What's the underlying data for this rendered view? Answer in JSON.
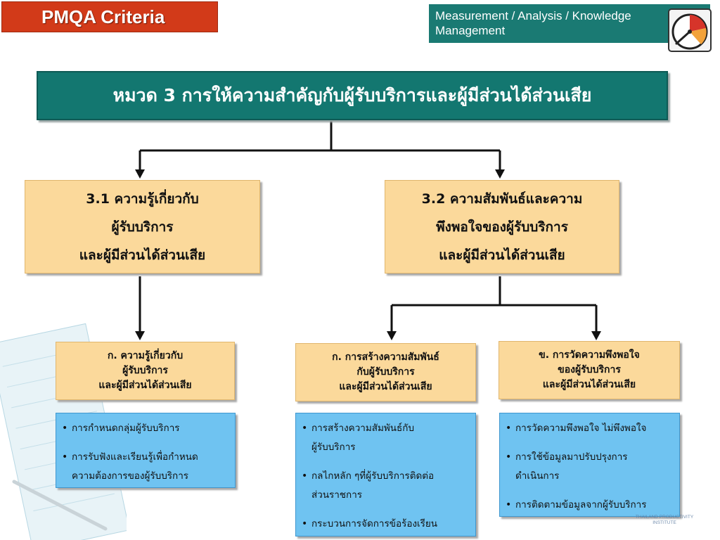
{
  "header": {
    "badge": "PMQA Criteria",
    "section_line1": "Measurement / Analysis / Knowledge",
    "section_line2": "Management"
  },
  "category_title": "หมวด 3 การให้ความสำคัญกับผู้รับบริการและผู้มีส่วนได้ส่วนเสีย",
  "items": [
    {
      "lines": [
        "3.1 ความรู้เกี่ยวกับ",
        "ผู้รับบริการ",
        "และผู้มีส่วนได้ส่วนเสีย"
      ],
      "subs": [
        {
          "lines": [
            "ก. ความรู้เกี่ยวกับ",
            "ผู้รับบริการ",
            "และผู้มีส่วนได้ส่วนเสีย"
          ],
          "bullets": [
            [
              "การกำหนดกลุ่มผู้รับบริการ"
            ],
            [
              "การรับฟังและเรียนรู้เพื่อกำหนด",
              "ความต้องการของผู้รับบริการ"
            ]
          ]
        }
      ]
    },
    {
      "lines": [
        "3.2 ความสัมพันธ์และความ",
        "พึงพอใจของผู้รับบริการ",
        "และผู้มีส่วนได้ส่วนเสีย"
      ],
      "subs": [
        {
          "lines": [
            "ก. การสร้างความสัมพันธ์",
            "กับผู้รับบริการ",
            "และผู้มีส่วนได้ส่วนเสีย"
          ],
          "bullets": [
            [
              "การสร้างความสัมพันธ์กับ",
              "ผู้รับบริการ"
            ],
            [
              "กลไกหลัก ๆที่ผู้รับบริการติดต่อ",
              "ส่วนราชการ"
            ],
            [
              "กระบวนการจัดการข้อร้องเรียน"
            ]
          ]
        },
        {
          "lines": [
            "ข. การวัดความพึงพอใจ",
            "ของผู้รับบริการ",
            "และผู้มีส่วนได้ส่วนเสีย"
          ],
          "bullets": [
            [
              "การวัดความพึงพอใจ ไม่พึงพอใจ"
            ],
            [
              "การใช้ข้อมูลมาปรับปรุงการ",
              "ดำเนินการ"
            ],
            [
              "การติดตามข้อมูลจากผู้รับบริการ"
            ]
          ]
        }
      ]
    }
  ],
  "watermark": "THAILAND PRODUCTIVITY INSTITUTE",
  "colors": {
    "badge": "#d23a19",
    "teal": "#137770",
    "tan": "#fbd99b",
    "blue": "#6fc3f1",
    "connector": "#111111"
  }
}
